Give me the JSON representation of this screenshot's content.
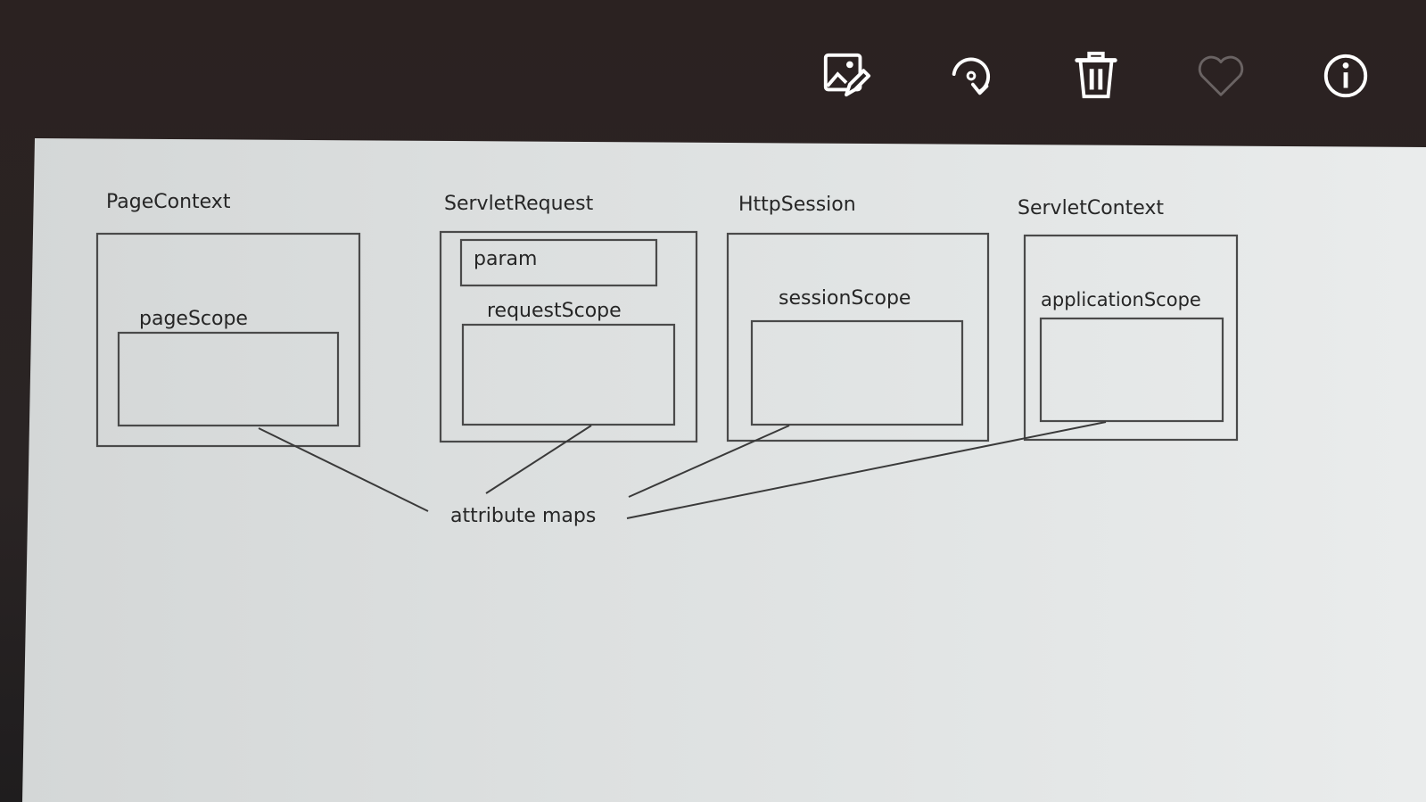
{
  "toolbar": {
    "edit_icon": "edit-image-icon",
    "rotate_icon": "rotate-icon",
    "delete_icon": "trash-icon",
    "favorite_icon": "heart-icon",
    "info_icon": "info-icon",
    "icon_color": "#ffffff",
    "favorite_color": "#6a6363"
  },
  "diagram": {
    "containers": [
      {
        "title": "PageContext",
        "scope": "pageScope"
      },
      {
        "title": "ServletRequest",
        "param": "param",
        "scope": "requestScope"
      },
      {
        "title": "HttpSession",
        "scope": "sessionScope"
      },
      {
        "title": "ServletContext",
        "scope": "applicationScope"
      }
    ],
    "label": "attribute maps"
  }
}
